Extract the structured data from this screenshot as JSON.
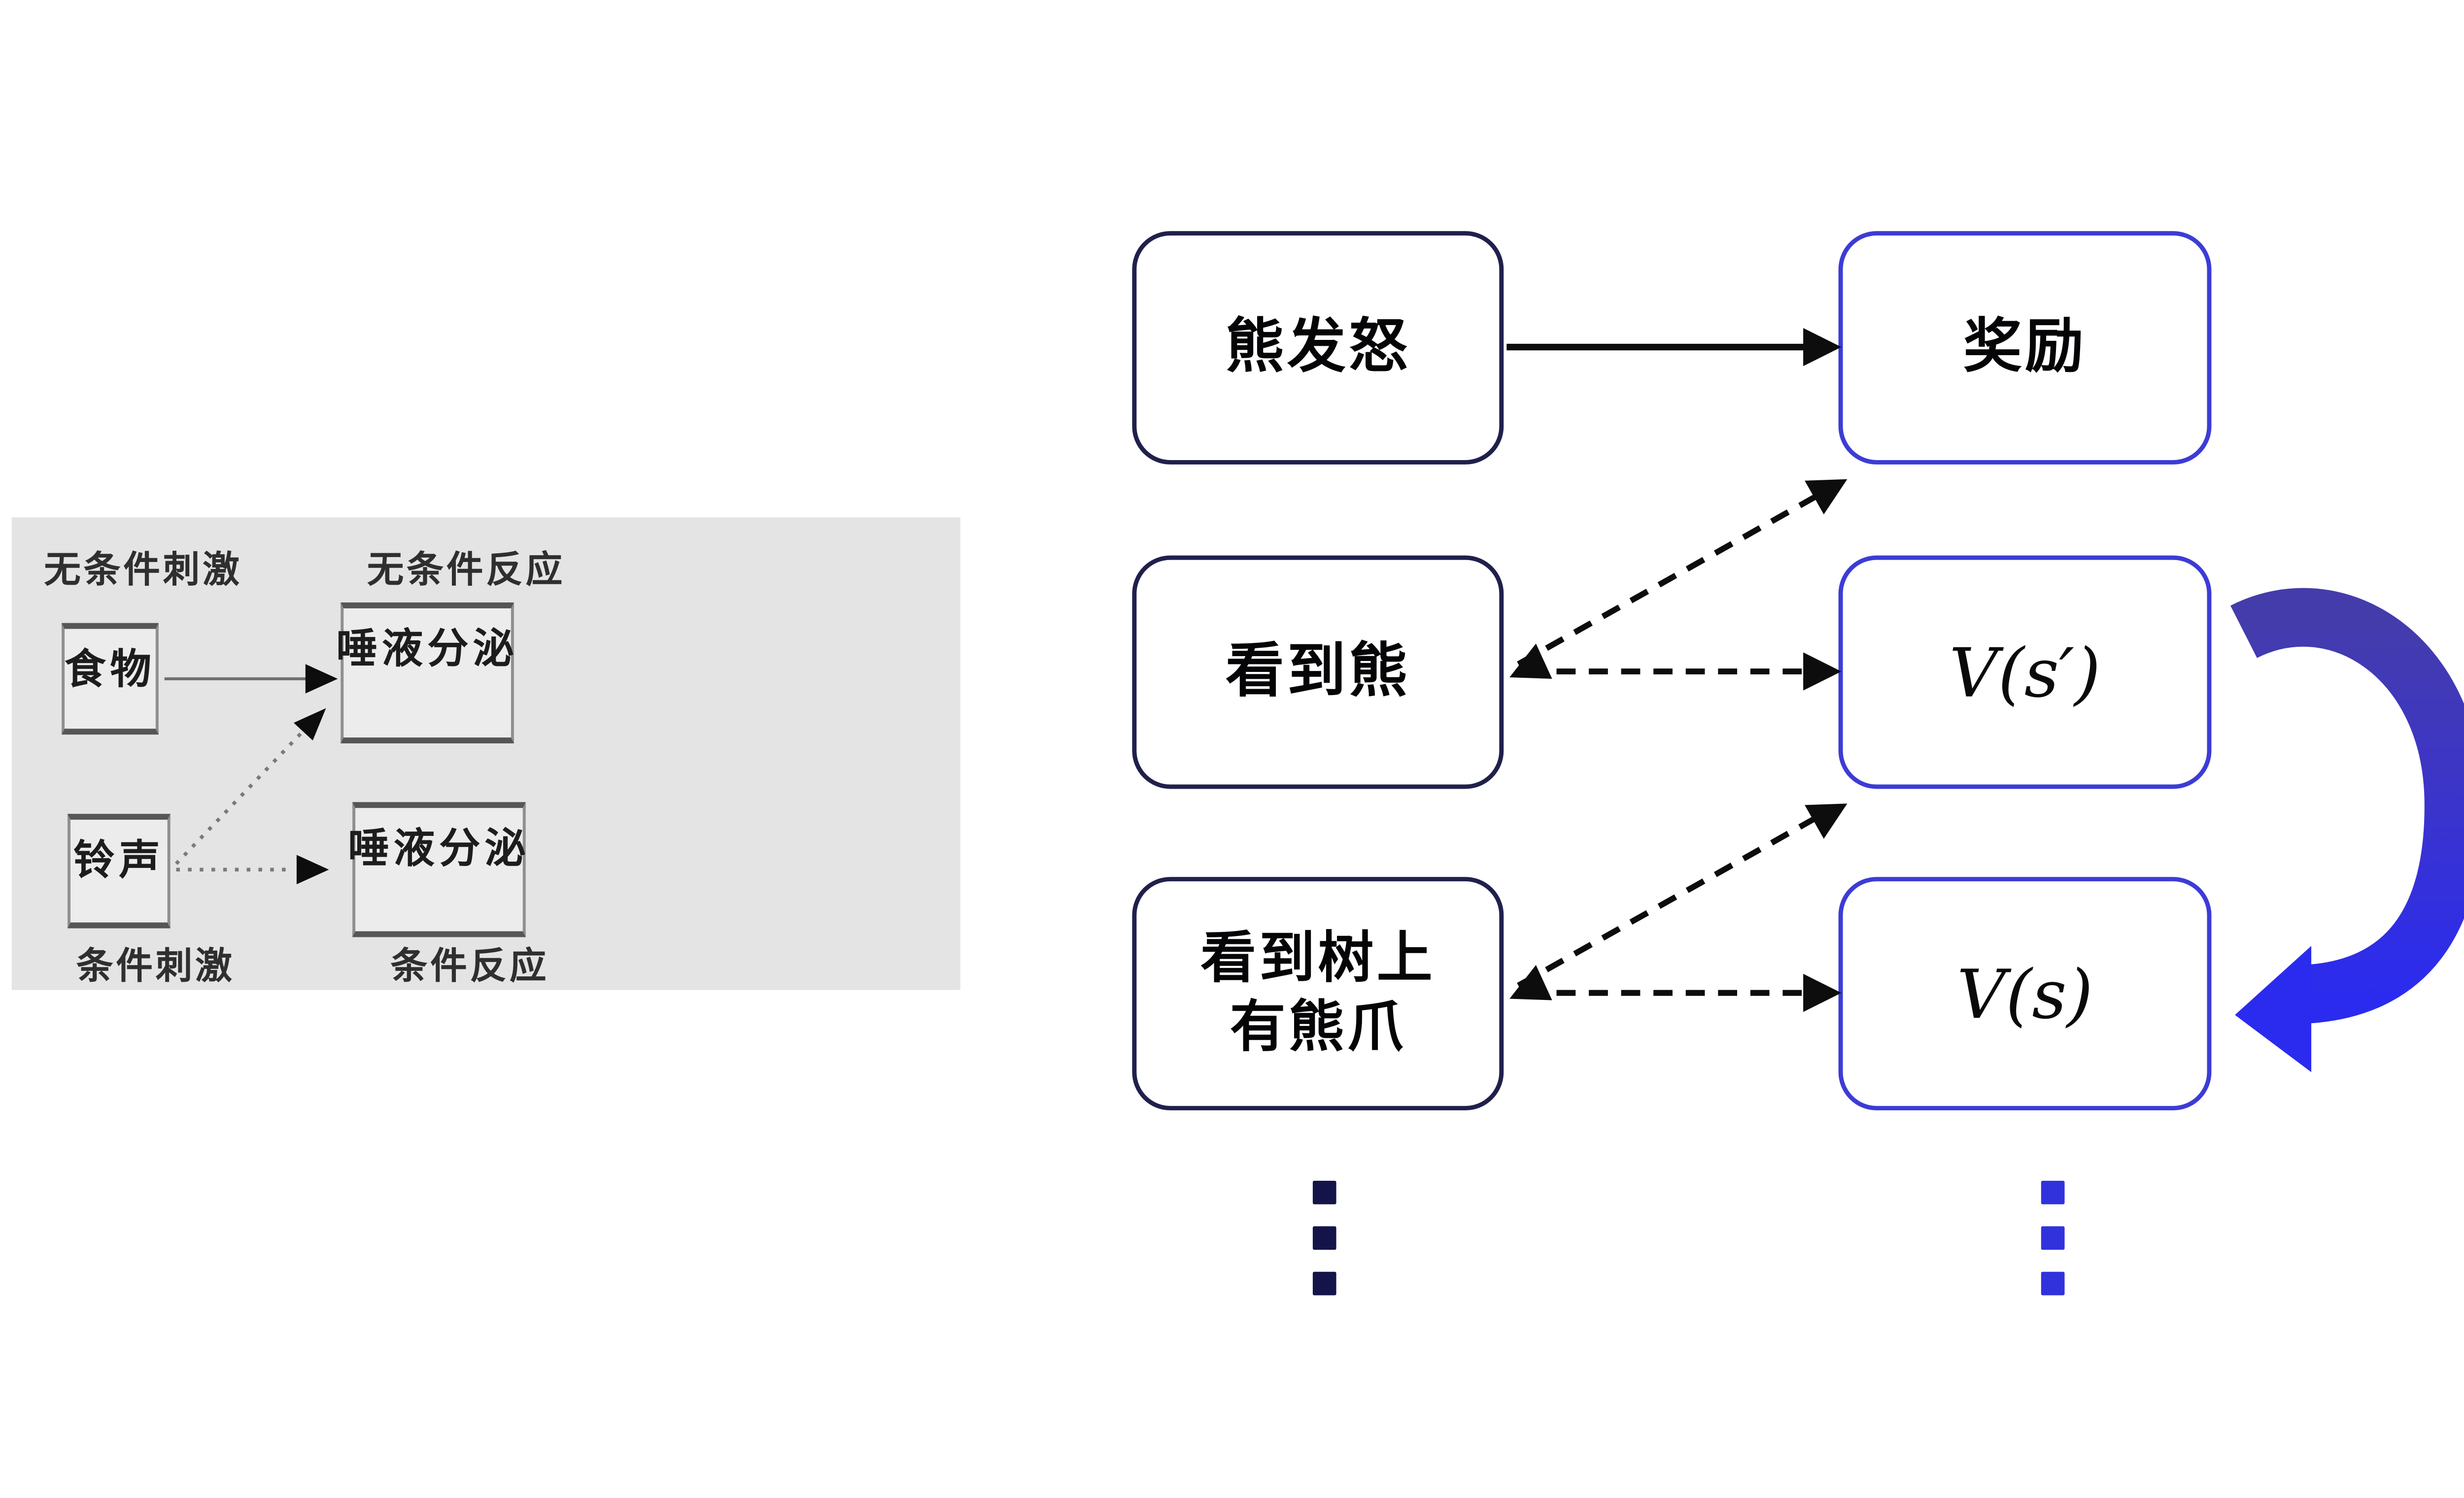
{
  "left_panel": {
    "label_unconditioned_stimulus": "无条件刺激",
    "label_unconditioned_response": "无条件反应",
    "label_conditioned_stimulus": "条件刺激",
    "label_conditioned_response": "条件反应",
    "box_food": "食物",
    "box_saliva_top": "唾液分泌",
    "box_bell": "铃声",
    "box_saliva_bottom": "唾液分泌"
  },
  "right_diagram": {
    "rows": [
      {
        "left": "熊发怒",
        "right": "奖励"
      },
      {
        "left": "看到熊",
        "right": "V(s′)"
      },
      {
        "left_line1": "看到树上",
        "left_line2": "有熊爪",
        "right": "V(s)"
      }
    ],
    "ellipsis_left_count": 3,
    "ellipsis_right_count": 3
  },
  "colors": {
    "panel_bg": "#e4e4e4",
    "navy": "#20204c",
    "blue": "#3c3cd6",
    "black": "#0d0d0d",
    "gray_line": "#6f6f6f",
    "dots_navy": "#14144a",
    "dots_blue": "#3232dd",
    "ribbon_dark": "#443cab",
    "ribbon_mid": "#3c35c8",
    "ribbon_bright": "#2b2bef"
  }
}
